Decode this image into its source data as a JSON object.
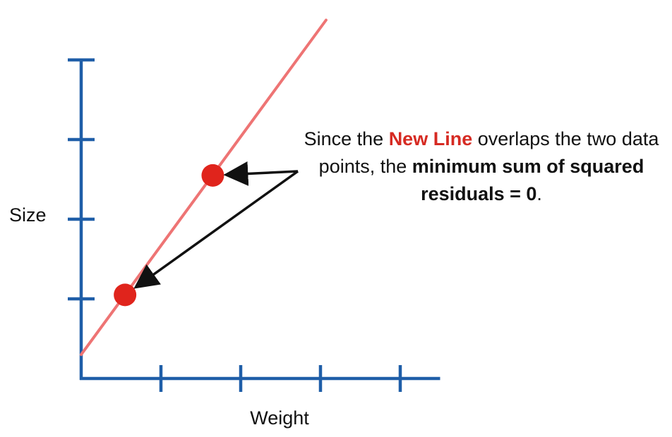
{
  "chart_data": {
    "type": "scatter",
    "xlabel": "Weight",
    "ylabel": "Size",
    "xlim": [
      0,
      4.5
    ],
    "ylim": [
      0,
      4
    ],
    "x_ticks": [
      1,
      2,
      3,
      4
    ],
    "y_ticks": [
      1,
      2,
      3,
      4
    ],
    "grid": false,
    "points": [
      {
        "x": 0.55,
        "y": 1.05
      },
      {
        "x": 1.65,
        "y": 2.55
      }
    ],
    "line": {
      "name": "New Line",
      "x": [
        0,
        3.07
      ],
      "y": [
        0.3,
        4.5
      ]
    },
    "colors": {
      "axis": "#1f5ea8",
      "line": "#ee7474",
      "points": "#e0241c",
      "highlight": "#d62a22"
    }
  },
  "annotation": {
    "part1": "Since the ",
    "highlight": "New Line",
    "part2": " overlaps the two data points, the ",
    "bold": "minimum sum of squared residuals = 0",
    "part3": "."
  }
}
